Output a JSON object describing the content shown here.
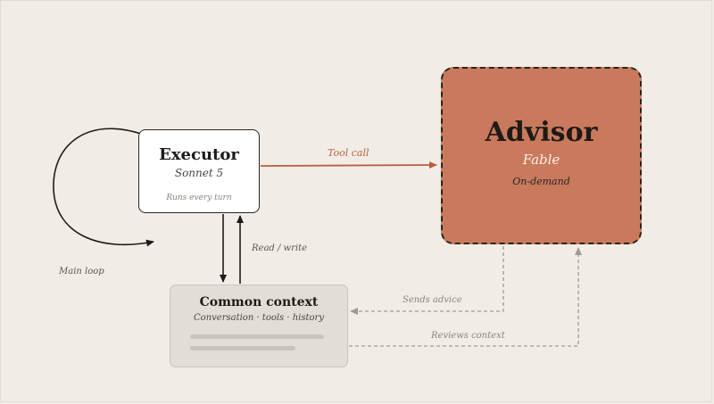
{
  "diagram": {
    "executor": {
      "title": "Executor",
      "subtitle": "Sonnet 5",
      "note": "Runs every turn"
    },
    "advisor": {
      "title": "Advisor",
      "subtitle": "Fable",
      "note": "On-demand"
    },
    "context": {
      "title": "Common context",
      "subtitle": "Conversation · tools · history"
    },
    "edges": {
      "tool_call": "Tool call",
      "read_write": "Read / write",
      "main_loop": "Main loop",
      "sends_advice": "Sends advice",
      "reviews_context": "Reviews context"
    },
    "colors": {
      "background": "#f1ede6",
      "advisor_fill": "#c97a5c",
      "tool_call_arrow": "#b85f3e",
      "dashed_arrow": "#a09a92",
      "solid_arrow": "#1e1a17"
    }
  }
}
